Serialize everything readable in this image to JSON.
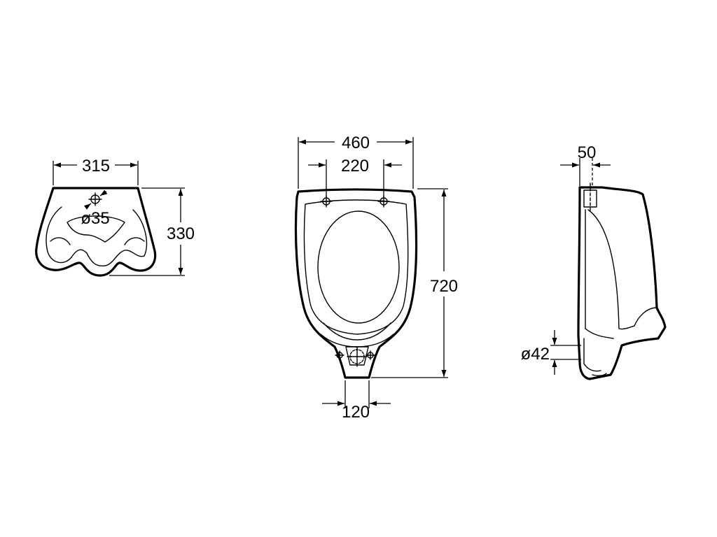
{
  "top_view": {
    "width_label": "315",
    "depth_label": "330",
    "hole_label": "ø35"
  },
  "front_view": {
    "width_label": "460",
    "holes_spacing_label": "220",
    "height_label": "720",
    "outlet_width_label": "120"
  },
  "side_view": {
    "inlet_label": "50",
    "outlet_label": "ø42"
  }
}
